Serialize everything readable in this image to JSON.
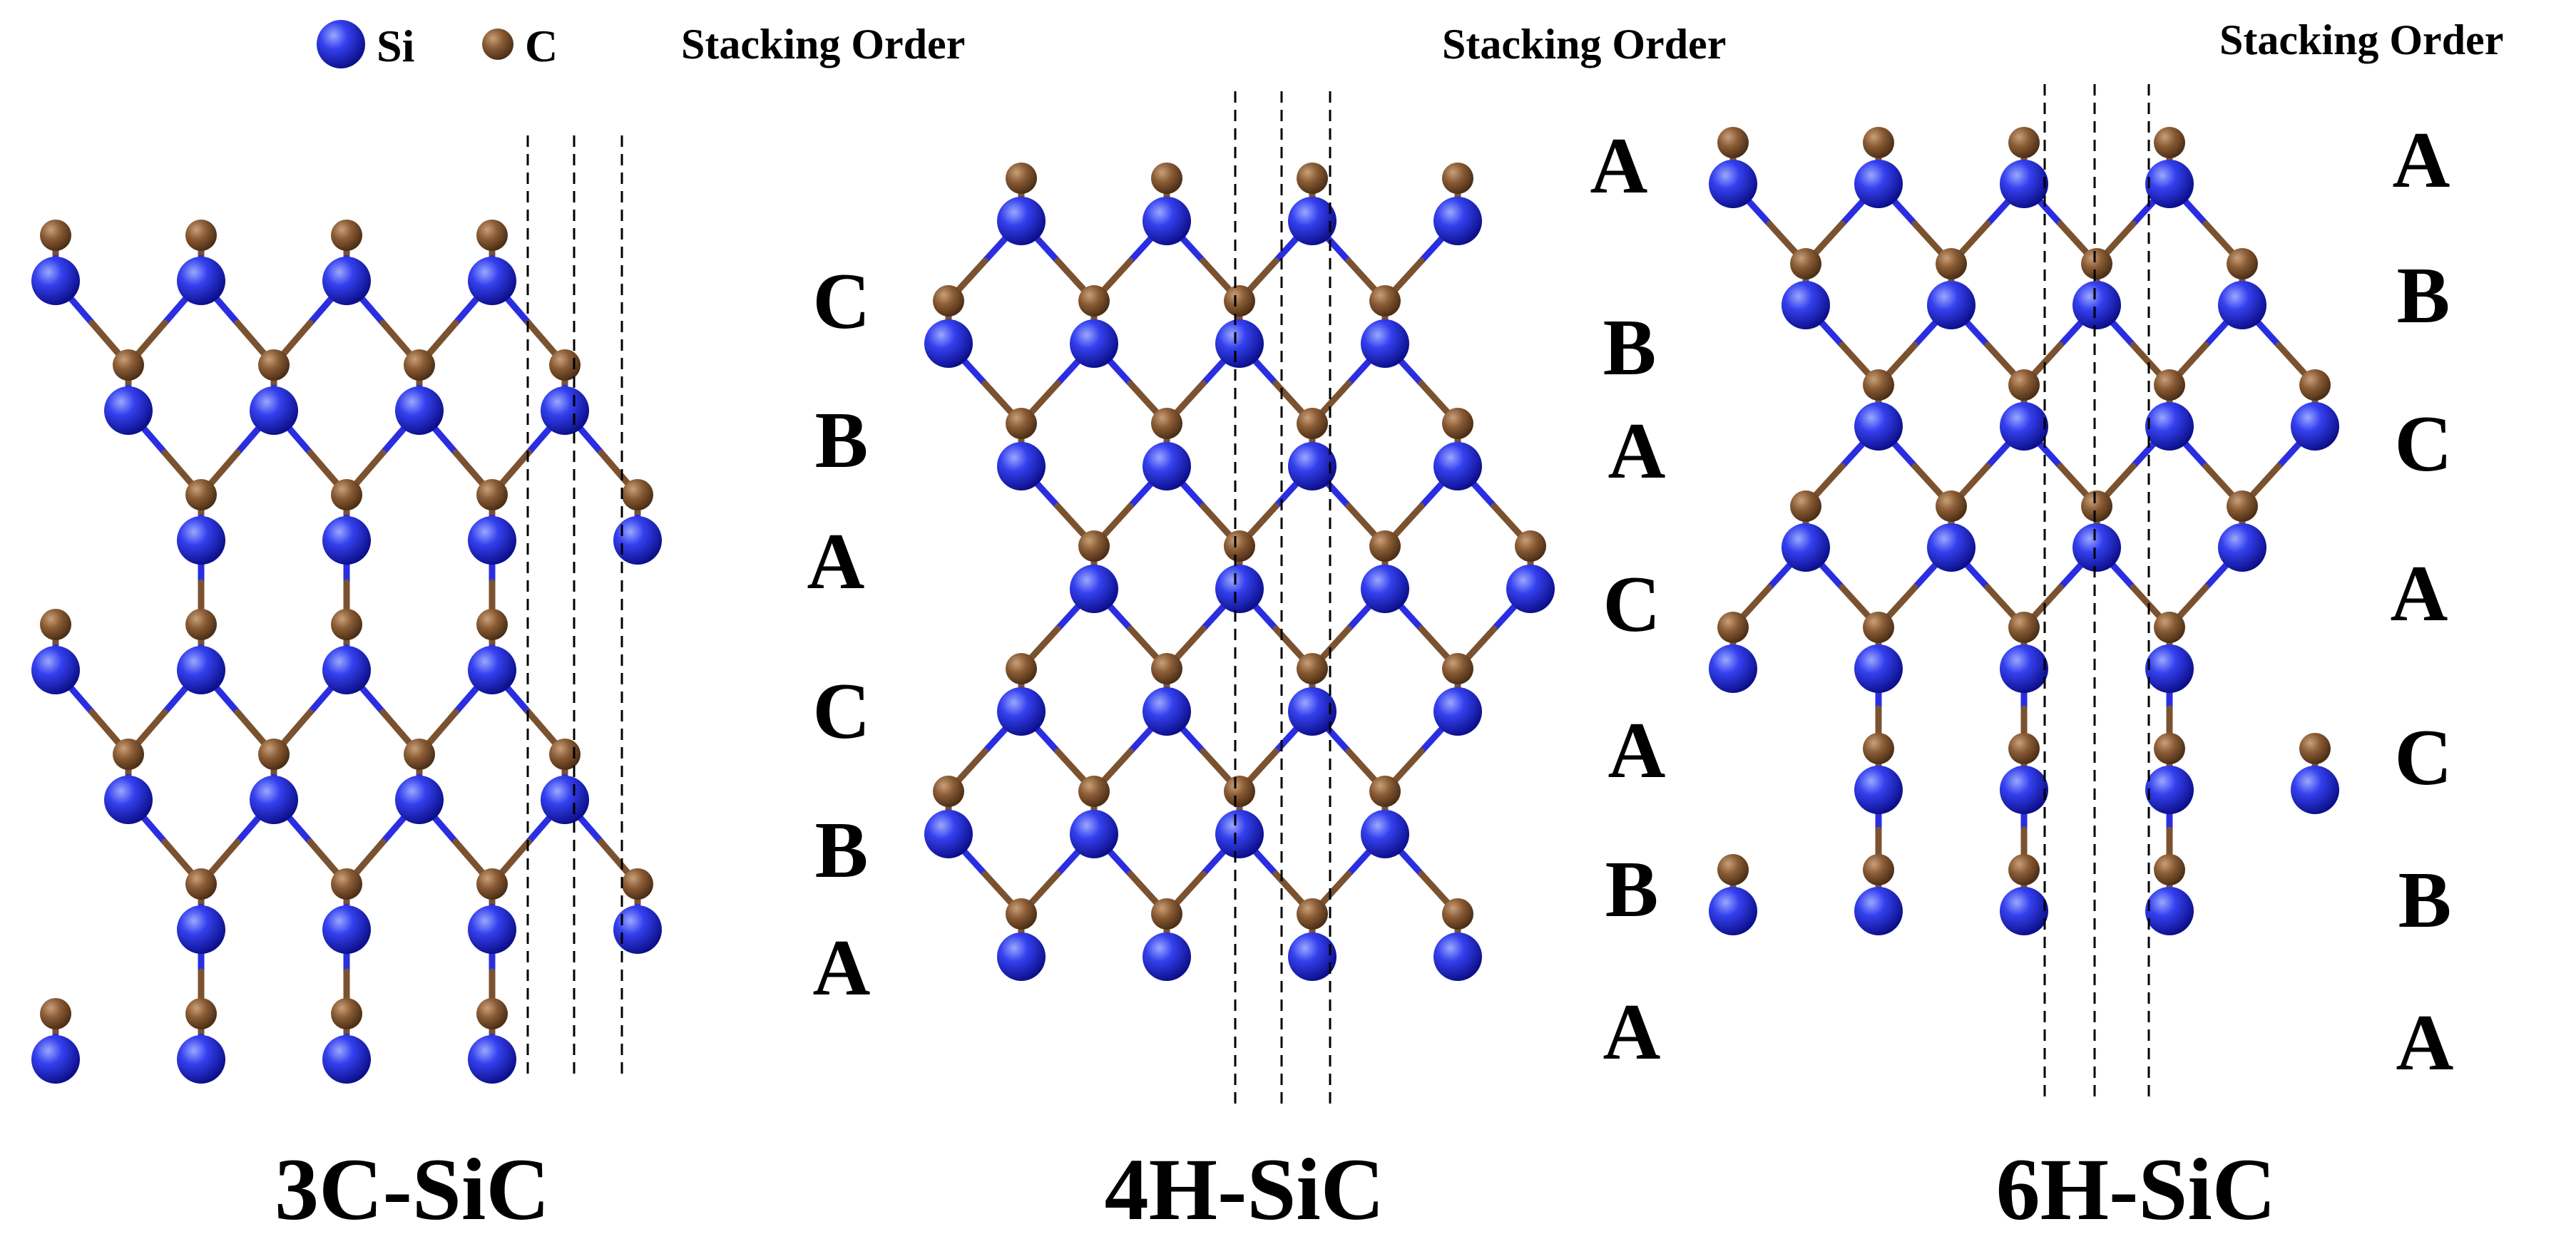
{
  "legend": {
    "si": {
      "label": "Si",
      "color": "#2a2ee0"
    },
    "c": {
      "label": "C",
      "color": "#7a5230"
    }
  },
  "panels": [
    {
      "title": "3C-SiC",
      "stacking_order_title": "Stacking Order",
      "stacking_labels": [
        "C",
        "B",
        "A",
        "C",
        "B",
        "A"
      ]
    },
    {
      "title": "4H-SiC",
      "stacking_order_title": "Stacking Order",
      "stacking_labels": [
        "A",
        "B",
        "A",
        "C",
        "A",
        "B",
        "A"
      ]
    },
    {
      "title": "6H-SiC",
      "stacking_order_title": "Stacking Order",
      "stacking_labels": [
        "A",
        "B",
        "C",
        "A",
        "C",
        "B",
        "A"
      ]
    }
  ]
}
